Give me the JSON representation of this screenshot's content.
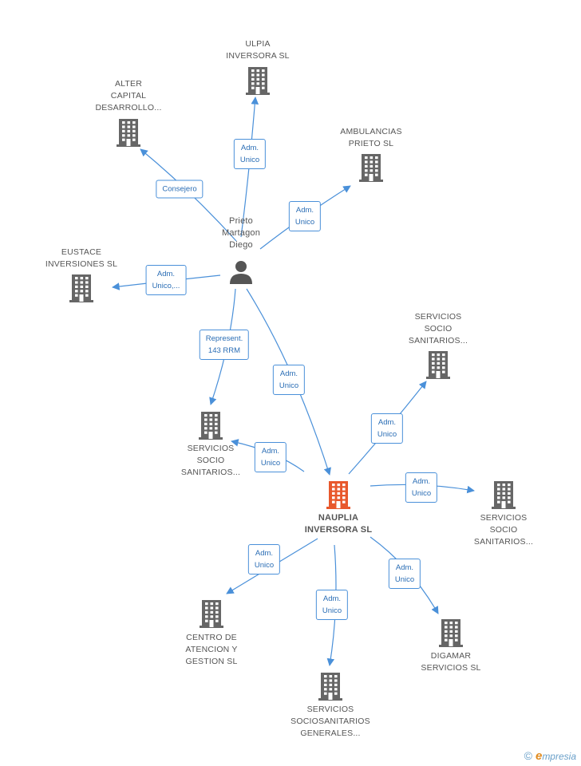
{
  "colors": {
    "edge": "#4a90d9",
    "building": "#666666",
    "building_main": "#e8582c",
    "person": "#555555"
  },
  "center": {
    "name": "NAUPLIA\nINVERSORA SL",
    "icon": "building-icon"
  },
  "person": {
    "name": "Prieto\nMartagon\nDiego",
    "icon": "person-icon"
  },
  "companies": [
    {
      "id": "ulpia",
      "name": "ULPIA\nINVERSORA SL",
      "icon": "building-icon"
    },
    {
      "id": "alter",
      "name": "ALTER\nCAPITAL\nDESARROLLO...",
      "icon": "building-icon"
    },
    {
      "id": "ambulancias",
      "name": "AMBULANCIAS\nPRIETO SL",
      "icon": "building-icon"
    },
    {
      "id": "eustace",
      "name": "EUSTACE\nINVERSIONES SL",
      "icon": "building-icon"
    },
    {
      "id": "servicios_top",
      "name": "SERVICIOS\nSOCIO\nSANITARIOS...",
      "icon": "building-icon"
    },
    {
      "id": "servicios_left",
      "name": "SERVICIOS\nSOCIO\nSANITARIOS...",
      "icon": "building-icon"
    },
    {
      "id": "servicios_right",
      "name": "SERVICIOS\nSOCIO\nSANITARIOS...",
      "icon": "building-icon"
    },
    {
      "id": "centro",
      "name": "CENTRO DE\nATENCION Y\nGESTION SL",
      "icon": "building-icon"
    },
    {
      "id": "digamar",
      "name": "DIGAMAR\nSERVICIOS SL",
      "icon": "building-icon"
    },
    {
      "id": "servicios_bottom",
      "name": "SERVICIOS\nSOCIOSANITARIOS\nGENERALES...",
      "icon": "building-icon"
    }
  ],
  "relations": [
    {
      "from": "person",
      "to": "ulpia",
      "label": "Adm.\nUnico"
    },
    {
      "from": "person",
      "to": "alter",
      "label": "Consejero"
    },
    {
      "from": "person",
      "to": "ambulancias",
      "label": "Adm.\nUnico"
    },
    {
      "from": "person",
      "to": "eustace",
      "label": "Adm.\nUnico,..."
    },
    {
      "from": "person",
      "to": "servicios_left",
      "label": "Represent.\n143 RRM"
    },
    {
      "from": "person",
      "to": "center",
      "label": "Adm.\nUnico"
    },
    {
      "from": "center",
      "to": "servicios_left",
      "label": "Adm.\nUnico"
    },
    {
      "from": "center",
      "to": "servicios_top",
      "label": "Adm.\nUnico"
    },
    {
      "from": "center",
      "to": "servicios_right",
      "label": "Adm.\nUnico"
    },
    {
      "from": "center",
      "to": "centro",
      "label": "Adm.\nUnico"
    },
    {
      "from": "center",
      "to": "servicios_bottom",
      "label": "Adm.\nUnico"
    },
    {
      "from": "center",
      "to": "digamar",
      "label": "Adm.\nUnico"
    }
  ],
  "footer": {
    "copyright": "©",
    "brand_initial": "e",
    "brand_rest": "mpresia"
  }
}
